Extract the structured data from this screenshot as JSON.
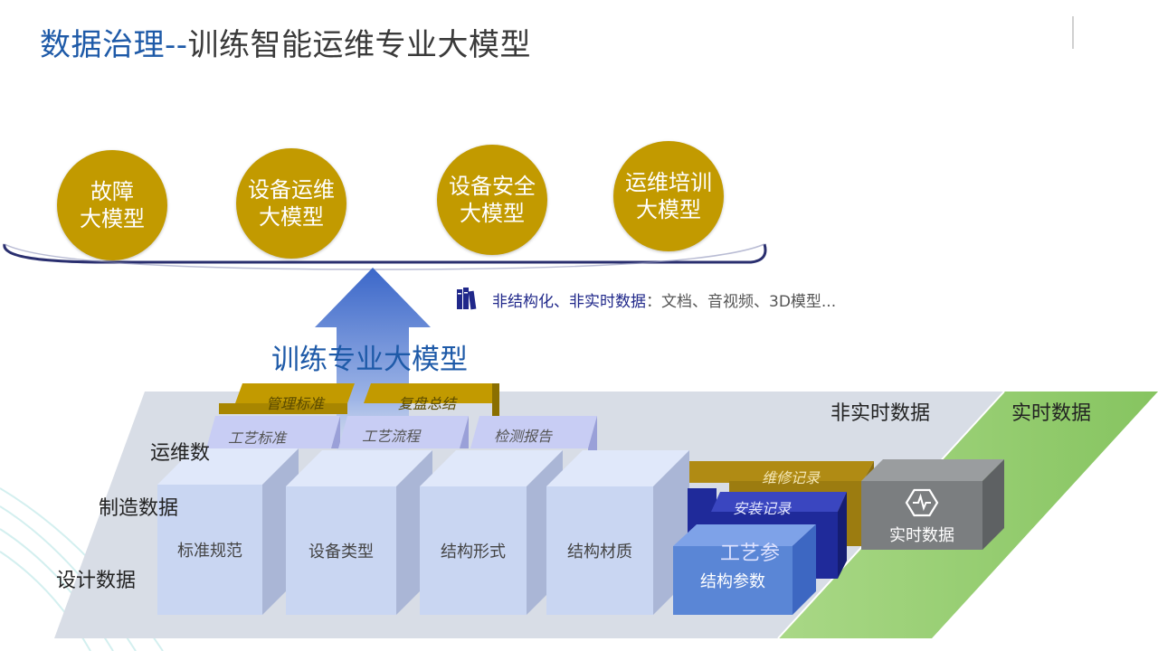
{
  "title": {
    "prefix": "数据治理--",
    "main": "训练智能运维专业大模型"
  },
  "models": [
    {
      "line1": "故障",
      "line2": "大模型"
    },
    {
      "line1": "设备运维",
      "line2": "大模型"
    },
    {
      "line1": "设备安全",
      "line2": "大模型"
    },
    {
      "line1": "运维培训",
      "line2": "大模型"
    }
  ],
  "legend": {
    "highlight": "非结构化、非实时数据",
    "rest": "：文档、音视频、3D模型..."
  },
  "arrow_label": "训练专业大模型",
  "row_labels": {
    "ops": "运维数",
    "manufacturing": "制造数据",
    "design": "设计数据"
  },
  "zones": {
    "non_realtime": "非实时数据",
    "realtime": "实时数据"
  },
  "ops_tags": {
    "management_std": "管理标准",
    "review_summary": "复盘总结"
  },
  "mfg_tags": {
    "process_std": "工艺标准",
    "process_flow": "工艺流程",
    "inspection_report": "检测报告"
  },
  "design_boxes": [
    "标准规范",
    "设备类型",
    "结构形式",
    "结构材质"
  ],
  "right_stack": {
    "maintenance_record": "维修记录",
    "install_record": "安装记录",
    "process_params_partial": "工艺参",
    "structure_params": "结构参数"
  },
  "realtime_box": {
    "label": "实时数据",
    "icon": "pulse-hexagon-icon"
  },
  "colors": {
    "title_blue": "#1e5aa8",
    "gold": "#c29a00",
    "green": "#8cc665",
    "navy": "#1f2a9a",
    "lavender": "#c8cdf4",
    "light_box": "#c9d6f2",
    "mid_blue": "#5a86d6",
    "gray_box": "#7b7e80"
  }
}
